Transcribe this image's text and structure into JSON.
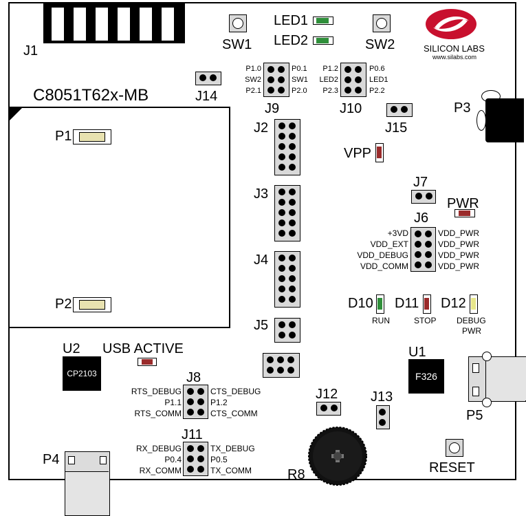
{
  "board": {
    "name": "C8051T62x-MB"
  },
  "logo": {
    "brand": "SILICON LABS",
    "url": "www.silabs.com"
  },
  "connectors": {
    "J1": "J1",
    "J2": "J2",
    "J3": "J3",
    "J4": "J4",
    "J5": "J5",
    "J6": "J6",
    "J7": "J7",
    "J8": "J8",
    "J9": "J9",
    "J10": "J10",
    "J11": "J11",
    "J12": "J12",
    "J13": "J13",
    "J14": "J14",
    "J15": "J15",
    "P1": "P1",
    "P2": "P2",
    "P3": "P3",
    "P4": "P4",
    "P5": "P5"
  },
  "switches": {
    "sw1": "SW1",
    "sw2": "SW2",
    "reset": "RESET"
  },
  "leds": {
    "led1": "LED1",
    "led2": "LED2",
    "vpp": "VPP",
    "pwr": "PWR",
    "d10": "D10",
    "d11": "D11",
    "d12": "D12",
    "usb_active": "USB ACTIVE"
  },
  "led_captions": {
    "run": "RUN",
    "stop": "STOP",
    "debug": "DEBUG",
    "pwr": "PWR"
  },
  "ics": {
    "u1": "U1",
    "u1_text": "F326",
    "u2": "U2",
    "u2_text": "CP2103"
  },
  "pot": {
    "r8": "R8"
  },
  "j9": {
    "left": [
      "P1.0",
      "SW2",
      "P2.1"
    ],
    "right": [
      "P0.1",
      "SW1",
      "P2.0"
    ]
  },
  "j10": {
    "left": [
      "P1.2",
      "LED2",
      "P2.3"
    ],
    "right": [
      "P0.6",
      "LED1",
      "P2.2"
    ]
  },
  "j6": {
    "left": [
      "+3VD",
      "VDD_EXT",
      "VDD_DEBUG",
      "VDD_COMM"
    ],
    "right": [
      "VDD_PWR",
      "VDD_PWR",
      "VDD_PWR",
      "VDD_PWR"
    ]
  },
  "j8": {
    "left": [
      "RTS_DEBUG",
      "P1.1",
      "RTS_COMM"
    ],
    "right": [
      "CTS_DEBUG",
      "P1.2",
      "CTS_COMM"
    ]
  },
  "j11": {
    "left": [
      "RX_DEBUG",
      "P0.4",
      "RX_COMM"
    ],
    "right": [
      "TX_DEBUG",
      "P0.5",
      "TX_COMM"
    ]
  },
  "colors": {
    "header_fill": "#d9d9d9",
    "led_green": "#2f8f3a",
    "led_red": "#9a2b2b",
    "led_yellow": "#e7e68a",
    "logo_red": "#c8102e"
  }
}
